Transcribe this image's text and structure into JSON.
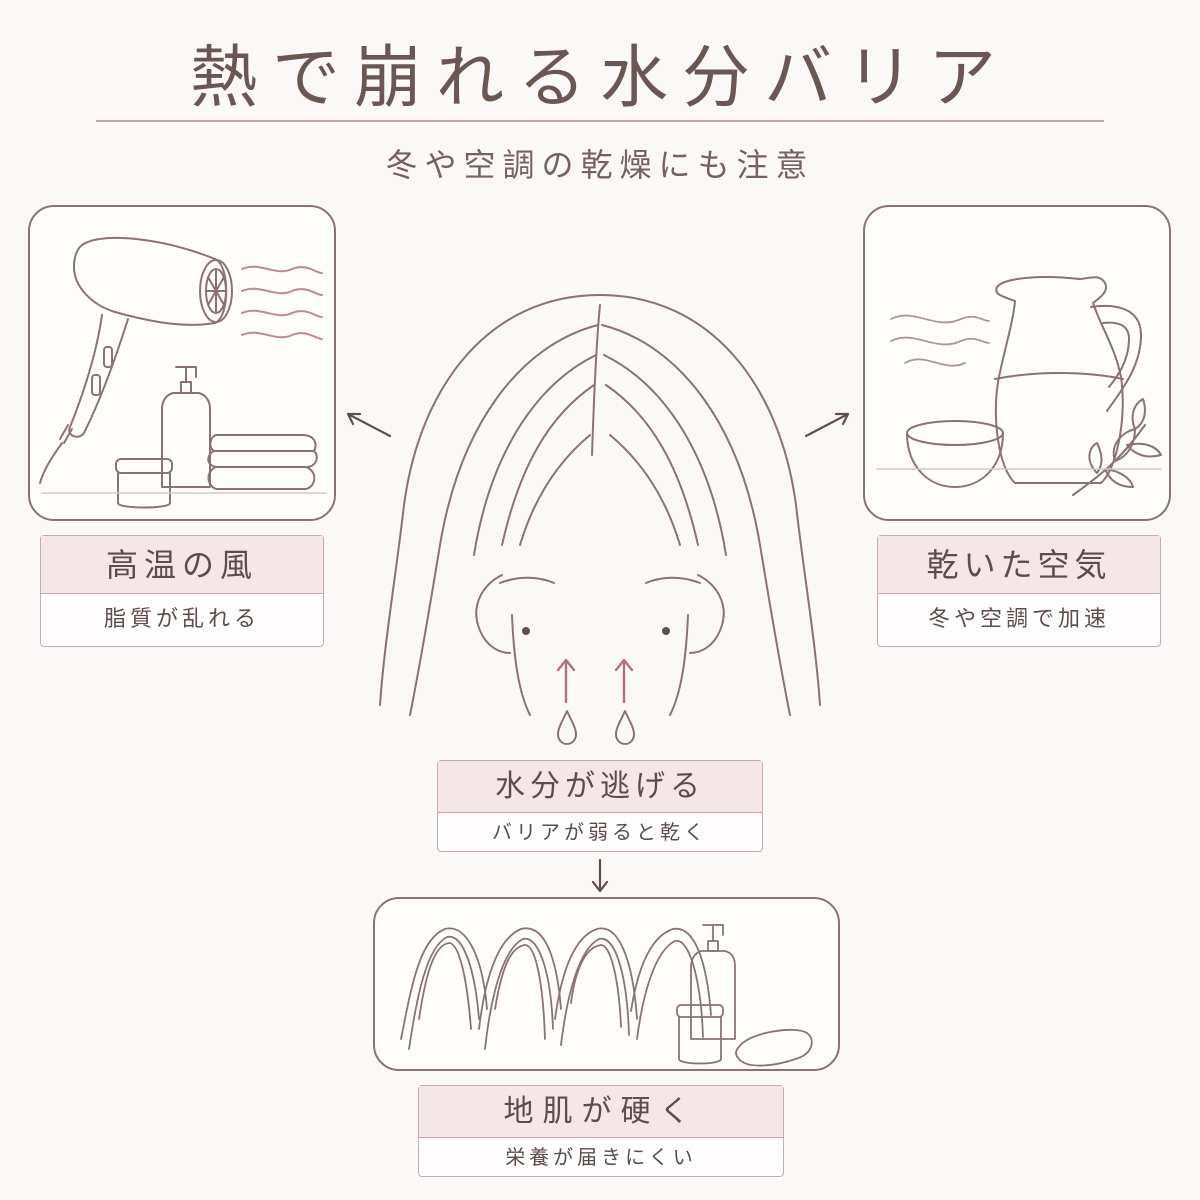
{
  "title": "熱で崩れる水分バリア",
  "subtitle": "冬や空調の乾燥にも注意",
  "cards": {
    "heat": {
      "heading": "高温の風",
      "detail": "脂質が乱れる"
    },
    "dry": {
      "heading": "乾いた空気",
      "detail": "冬や空調で加速"
    },
    "moisture": {
      "heading": "水分が逃げる",
      "detail": "バリアが弱ると乾く"
    },
    "scalp": {
      "heading": "地肌が硬く",
      "detail": "栄養が届きにくい"
    }
  },
  "colors": {
    "line": "#8a7370",
    "accent": "#b5707f",
    "label_fill": "#f5e6e8",
    "label_border": "#c9a9ae",
    "background": "#fbf9f8"
  },
  "icons": [
    "hair-dryer-icon",
    "pump-bottle-icon",
    "jar-icon",
    "towel-icon",
    "pitcher-icon",
    "bowl-icon",
    "leaf-sprig-icon",
    "face-icon",
    "water-drop-icon",
    "hair-strands-icon"
  ]
}
